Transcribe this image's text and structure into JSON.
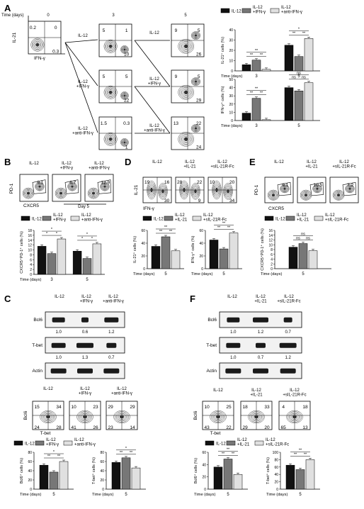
{
  "panels": {
    "A": {
      "letter": "A",
      "time_label": "Time (days)",
      "days": [
        "0",
        "3",
        "5"
      ],
      "axis": {
        "y": "IL-21",
        "x": "IFN-γ"
      },
      "plot_day0": {
        "q": [
          "0.2",
          "0",
          "0.3"
        ]
      },
      "plots_day3": [
        {
          "label": "IL-12",
          "q": [
            "5",
            "1",
            "10"
          ]
        },
        {
          "label": "IL-12\n+IFN-γ",
          "q": [
            "5",
            "5",
            "22"
          ]
        },
        {
          "label": "IL-12\n+anti-IFN-γ",
          "q": [
            "1.5",
            "0.3",
            "1"
          ]
        }
      ],
      "plots_day5": [
        {
          "label": "IL-12",
          "q": [
            "9",
            "5",
            "26"
          ]
        },
        {
          "label": "IL-12\n+IFN-γ",
          "q": [
            "9",
            "5",
            "29"
          ]
        },
        {
          "label": "IL-12\n+anti-IFN-γ",
          "q": [
            "13",
            "22",
            "24"
          ]
        }
      ]
    },
    "B": {
      "letter": "B",
      "groups": [
        "IL-12",
        "+IFN-γ",
        "+anti-IFN-γ"
      ],
      "labels": [
        "IL-12",
        "IL-12\n+IFN-γ",
        "IL-12\n+anti-IFN-γ"
      ],
      "values": [
        "9.1",
        "6.7",
        "12.9"
      ],
      "axis": {
        "y": "PD-1",
        "x": "CXCR5"
      },
      "day_note": "Day 5"
    },
    "C": {
      "letter": "C",
      "labels": [
        "IL-12",
        "IL-12\n+IFN-γ",
        "IL-12\n+anti-IFN-γ"
      ],
      "bcl6": [
        "1.0",
        "0.6",
        "1.2"
      ],
      "tbet": [
        "1.0",
        "1.3",
        "0.7"
      ],
      "bands": [
        "Bcl6",
        "T-bet",
        "Actin"
      ],
      "flow": [
        [
          "15",
          "34",
          "24",
          "28"
        ],
        [
          "10",
          "23",
          "41",
          "26"
        ],
        [
          "29",
          "29",
          "23",
          "14"
        ]
      ],
      "axis": {
        "y": "Bcl6",
        "x": "T-bet"
      }
    },
    "D": {
      "letter": "D",
      "labels": [
        "IL-12",
        "IL-12\n+IL-21",
        "IL-12\n+sIL-21R-Fc"
      ],
      "flow": [
        [
          "19",
          "16",
          "30"
        ],
        [
          "28",
          "22",
          "9"
        ],
        [
          "10",
          "20",
          "34"
        ]
      ],
      "axis": {
        "y": "IL-21",
        "x": "IFN-γ"
      }
    },
    "E": {
      "letter": "E",
      "labels": [
        "IL-12",
        "IL-12\n+IL-21",
        "IL-12\n+sIL-21R-Fc"
      ],
      "values": [
        "9.1",
        "10.5",
        "7.2"
      ],
      "axis": {
        "y": "PD-1",
        "x": "CXCR5"
      }
    },
    "F": {
      "letter": "F",
      "labels": [
        "IL-12",
        "IL-12\n+IL-21",
        "IL-12\n+sIL-21R-Fc"
      ],
      "bcl6": [
        "1.0",
        "1.2",
        "0.7"
      ],
      "tbet": [
        "1.0",
        "0.7",
        "1.2"
      ],
      "bands": [
        "Bcl6",
        "T-bet",
        "Actin"
      ],
      "flow": [
        [
          "10",
          "25",
          "43",
          "22"
        ],
        [
          "18",
          "33",
          "29",
          "20"
        ],
        [
          "4",
          "18",
          "65",
          "13"
        ]
      ],
      "axis": {
        "y": "Bcl6",
        "x": "T-bet"
      }
    }
  },
  "legend_ifn": [
    "IL-12",
    "IL-12\n+IFN-γ",
    "IL-12\n+anti-IFN-γ"
  ],
  "legend_il21": [
    "IL-12",
    "IL-12\n+IL-21",
    "IL-12\n+sIL-21R-Fc"
  ],
  "sig": {
    "star": "*",
    "double": "**",
    "ns": "ns"
  },
  "colors": {
    "black": "#111111",
    "gray": "#777777",
    "light": "#e0e0e0"
  },
  "chart_data": [
    {
      "type": "bar",
      "panel": "A",
      "ylabel": "IL-21⁺ cells (%)",
      "xlabel": "Time (days)",
      "categories": [
        "3",
        "5"
      ],
      "ylim": [
        0,
        40
      ],
      "yticks": [
        0,
        10,
        20,
        30,
        40
      ],
      "series": [
        {
          "name": "IL-12",
          "values": [
            6,
            25
          ]
        },
        {
          "name": "IL-12\n+IFN-γ",
          "values": [
            10.5,
            14
          ]
        },
        {
          "name": "IL-12\n+anti-IFN-γ",
          "values": [
            1.5,
            31.5
          ]
        }
      ]
    },
    {
      "type": "bar",
      "panel": "A",
      "ylabel": "IFN-γ⁺ cells (%)",
      "xlabel": "Time (days)",
      "categories": [
        "3",
        "5"
      ],
      "ylim": [
        0,
        50
      ],
      "yticks": [
        0,
        10,
        20,
        30,
        40,
        50
      ],
      "series": [
        {
          "name": "IL-12",
          "values": [
            9,
            40
          ]
        },
        {
          "name": "IL-12\n+IFN-γ",
          "values": [
            27,
            36
          ]
        },
        {
          "name": "IL-12\n+anti-IFN-γ",
          "values": [
            1,
            46
          ]
        }
      ]
    },
    {
      "type": "bar",
      "panel": "B",
      "ylabel": "CXCR5⁺PD-1⁺ cells (%)",
      "xlabel": "Time (days)",
      "categories": [
        "3",
        "5"
      ],
      "ylim": [
        0,
        18
      ],
      "yticks": [
        0,
        2,
        4,
        6,
        8,
        10,
        12,
        14,
        16,
        18
      ],
      "series": [
        {
          "name": "IL-12",
          "values": [
            11.5,
            9.5
          ]
        },
        {
          "name": "IL-12\n+IFN-γ",
          "values": [
            8.5,
            6.5
          ]
        },
        {
          "name": "IL-12\n+anti-IFN-γ",
          "values": [
            14.5,
            12.5
          ]
        }
      ]
    },
    {
      "type": "bar",
      "panel": "C",
      "ylabel": "Bcl6⁺ cells (%)",
      "xlabel": "Time (days)",
      "categories": [
        "5"
      ],
      "ylim": [
        0,
        80
      ],
      "yticks": [
        0,
        20,
        40,
        60,
        80
      ],
      "series": [
        {
          "name": "IL-12",
          "values": [
            52
          ]
        },
        {
          "name": "IL-12\n+IFN-γ",
          "values": [
            37
          ]
        },
        {
          "name": "IL-12\n+anti-IFN-γ",
          "values": [
            60
          ]
        }
      ]
    },
    {
      "type": "bar",
      "panel": "C",
      "ylabel": "T-bet⁺ cells (%)",
      "xlabel": "Time (days)",
      "categories": [
        "5"
      ],
      "ylim": [
        0,
        80
      ],
      "yticks": [
        0,
        20,
        40,
        60,
        80
      ],
      "series": [
        {
          "name": "IL-12",
          "values": [
            58
          ]
        },
        {
          "name": "IL-12\n+IFN-γ",
          "values": [
            68
          ]
        },
        {
          "name": "IL-12\n+anti-IFN-γ",
          "values": [
            46
          ]
        }
      ]
    },
    {
      "type": "bar",
      "panel": "D",
      "ylabel": "IL-21⁺ cells (%)",
      "xlabel": "Time (days)",
      "categories": [
        "5"
      ],
      "ylim": [
        0,
        60
      ],
      "yticks": [
        0,
        20,
        40,
        60
      ],
      "series": [
        {
          "name": "IL-12",
          "values": [
            35
          ]
        },
        {
          "name": "IL-12\n+IL-21",
          "values": [
            50
          ]
        },
        {
          "name": "IL-12\n+sIL-21R-Fc",
          "values": [
            28
          ]
        }
      ]
    },
    {
      "type": "bar",
      "panel": "D",
      "ylabel": "IFN-γ⁺ cells (%)",
      "xlabel": "Time (days)",
      "categories": [
        "5"
      ],
      "ylim": [
        0,
        60
      ],
      "yticks": [
        0,
        20,
        40,
        60
      ],
      "series": [
        {
          "name": "IL-12",
          "values": [
            45
          ]
        },
        {
          "name": "IL-12\n+IL-21",
          "values": [
            31
          ]
        },
        {
          "name": "IL-12\n+sIL-21R-Fc",
          "values": [
            56
          ]
        }
      ]
    },
    {
      "type": "bar",
      "panel": "E",
      "ylabel": "CXCR5⁺PD-1⁺ cells (%)",
      "xlabel": "Time (days)",
      "categories": [
        "5"
      ],
      "ylim": [
        0,
        16
      ],
      "yticks": [
        0,
        2,
        4,
        6,
        8,
        10,
        12,
        14,
        16
      ],
      "series": [
        {
          "name": "IL-12",
          "values": [
            9
          ]
        },
        {
          "name": "IL-12\n+IL-21",
          "values": [
            10.5
          ]
        },
        {
          "name": "IL-12\n+sIL-21R-Fc",
          "values": [
            7.5
          ]
        }
      ]
    },
    {
      "type": "bar",
      "panel": "F",
      "ylabel": "Bcl6⁺ cells (%)",
      "xlabel": "Time (days)",
      "categories": [
        "5"
      ],
      "ylim": [
        0,
        60
      ],
      "yticks": [
        0,
        20,
        40,
        60
      ],
      "series": [
        {
          "name": "IL-12",
          "values": [
            36
          ]
        },
        {
          "name": "IL-12\n+IL-21",
          "values": [
            49
          ]
        },
        {
          "name": "IL-12\n+sIL-21R-Fc",
          "values": [
            24
          ]
        }
      ]
    },
    {
      "type": "bar",
      "panel": "F",
      "ylabel": "T-bet⁺ cells (%)",
      "xlabel": "Time (days)",
      "categories": [
        "5"
      ],
      "ylim": [
        0,
        100
      ],
      "yticks": [
        0,
        20,
        40,
        60,
        80,
        100
      ],
      "series": [
        {
          "name": "IL-12",
          "values": [
            65
          ]
        },
        {
          "name": "IL-12\n+IL-21",
          "values": [
            53
          ]
        },
        {
          "name": "IL-12\n+sIL-21R-Fc",
          "values": [
            80
          ]
        }
      ]
    }
  ]
}
